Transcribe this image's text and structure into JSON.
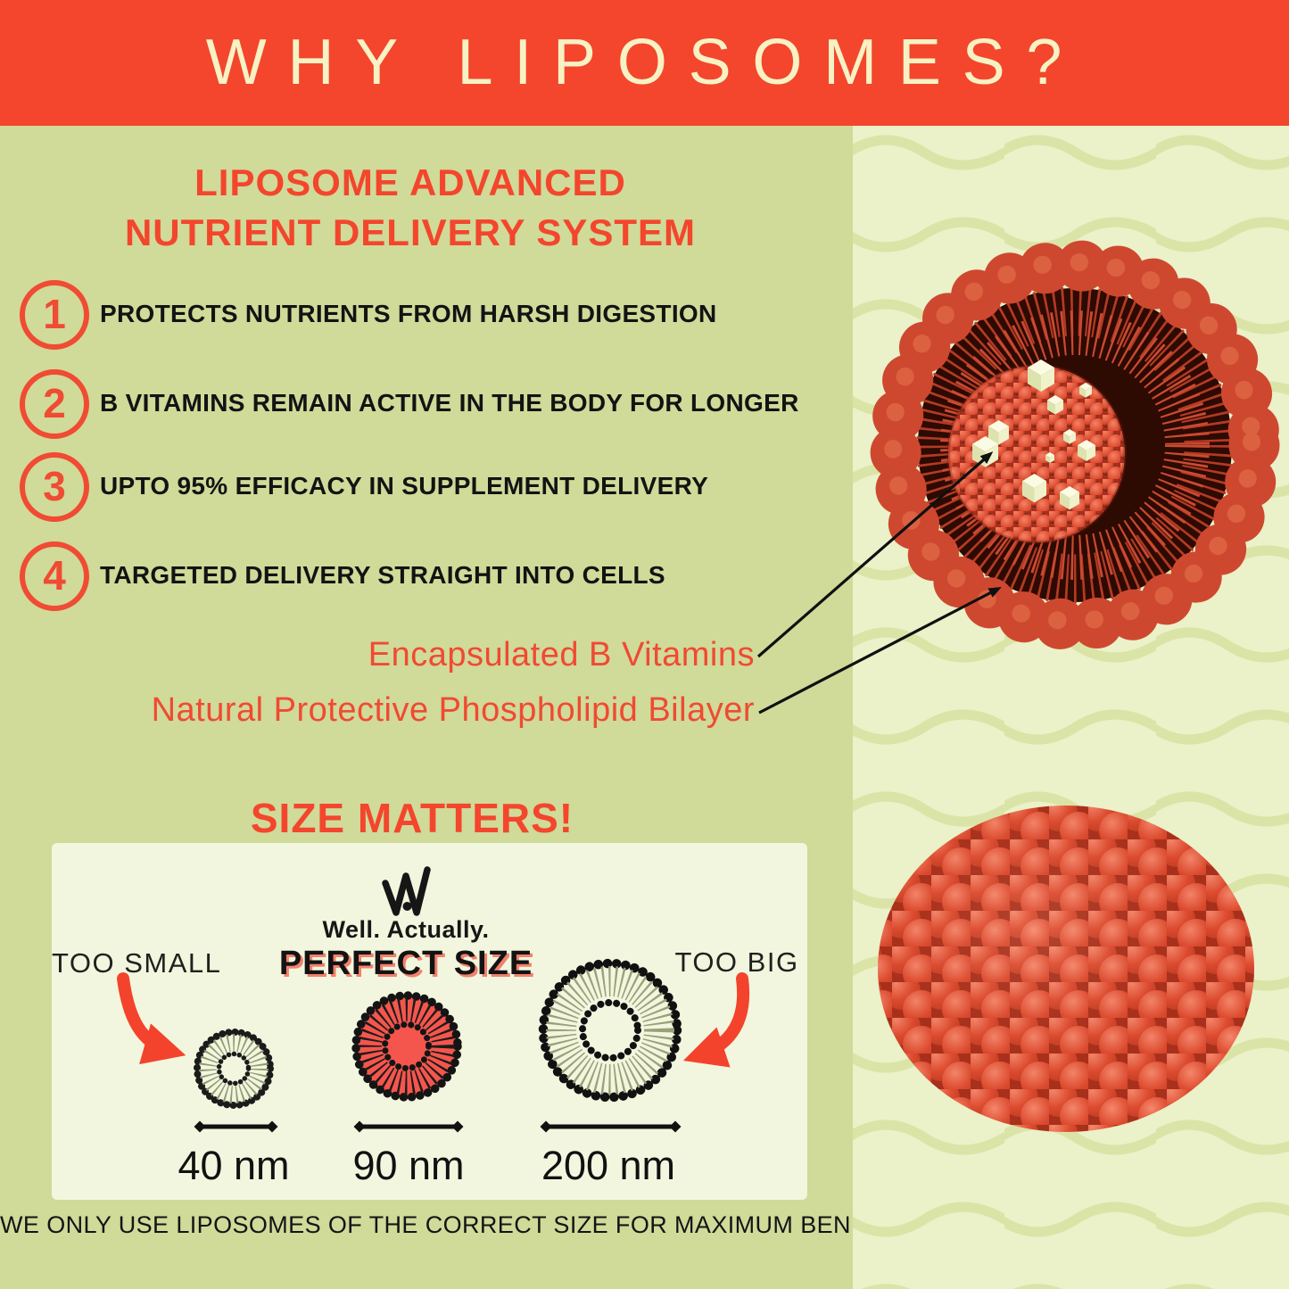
{
  "banner": {
    "title": "WHY LIPOSOMES?"
  },
  "intro": {
    "line1": "LIPOSOME ADVANCED",
    "line2": "NUTRIENT DELIVERY SYSTEM"
  },
  "benefits": [
    {
      "num": "1",
      "text": "PROTECTS NUTRIENTS FROM HARSH DIGESTION"
    },
    {
      "num": "2",
      "text": "B VITAMINS REMAIN ACTIVE IN THE BODY FOR LONGER"
    },
    {
      "num": "3",
      "text": "UPTO 95% EFFICACY IN SUPPLEMENT DELIVERY"
    },
    {
      "num": "4",
      "text": "TARGETED DELIVERY STRAIGHT INTO CELLS"
    }
  ],
  "annotations": {
    "encapsulated": "Encapsulated B Vitamins",
    "bilayer": "Natural Protective Phospholipid Bilayer"
  },
  "size_section": {
    "heading": "SIZE MATTERS!",
    "brand": "Well. Actually.",
    "perfect_label": "PERFECT SIZE",
    "too_small": "TOO SMALL",
    "too_big": "TOO BIG",
    "sizes": [
      {
        "label": "40 nm",
        "verdict": "TOO SMALL"
      },
      {
        "label": "90 nm",
        "verdict": "PERFECT SIZE"
      },
      {
        "label": "200 nm",
        "verdict": "TOO BIG"
      }
    ],
    "footer": "WE ONLY USE LIPOSOMES OF THE CORRECT SIZE FOR MAXIMUM BENEFITS"
  },
  "colors": {
    "banner_red": "#F3462D",
    "accent_red": "#F04A33",
    "banner_text": "#F7F2C4",
    "left_bg": "#D0DA99",
    "right_bg": "#EBF1C8",
    "wave_line": "#DBE4A7",
    "box_bg": "#F2F6DE",
    "liposome_ball": "#CE4830",
    "perfect_fill": "#F4564D",
    "cube_cream": "#EFF2C8"
  }
}
